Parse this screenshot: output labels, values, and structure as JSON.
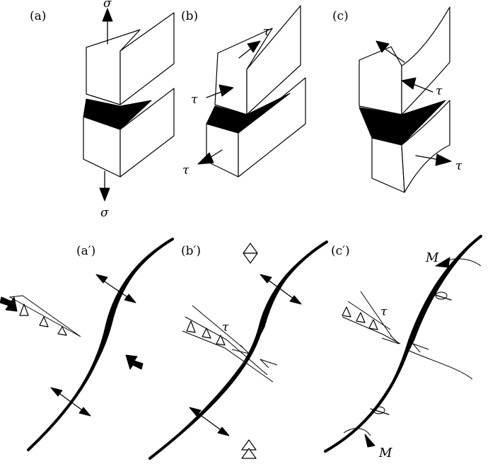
{
  "panels": {
    "a": {
      "label": "(a)"
    },
    "b": {
      "label": "(b)"
    },
    "c": {
      "label": "(c)"
    },
    "a_prime": {
      "label": "(a′)"
    },
    "b_prime": {
      "label": "(b′)"
    },
    "c_prime": {
      "label": "(c′)"
    }
  },
  "symbols": {
    "sigma": "σ",
    "tau": "τ",
    "moment": "M"
  },
  "colors": {
    "ink": "#000000",
    "background": "#ffffff"
  }
}
